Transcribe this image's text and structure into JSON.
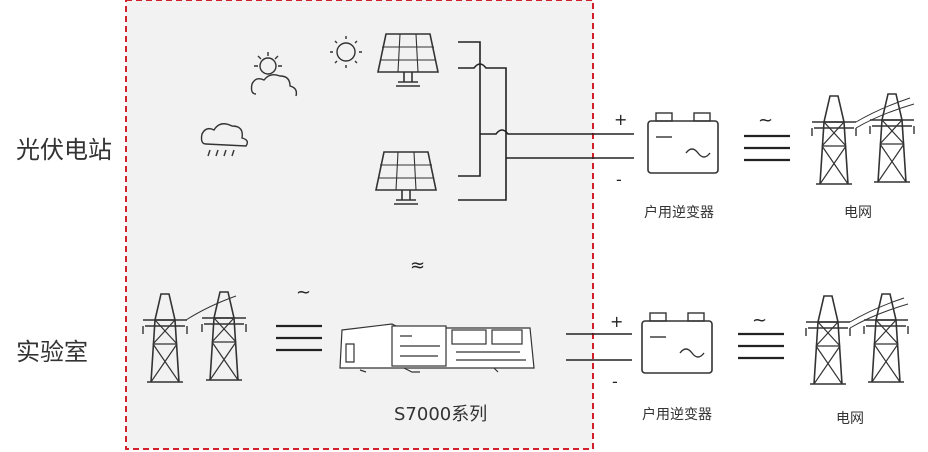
{
  "rows": {
    "pv": {
      "label": "光伏电站"
    },
    "lab": {
      "label": "实验室"
    }
  },
  "pv_row": {
    "plus": "+",
    "minus": "-",
    "inverter_label": "户用逆变器",
    "ac_symbol": "~",
    "grid_label": "电网"
  },
  "lab_row": {
    "ac_symbol": "~",
    "approx_symbol": "≈",
    "simulator_label": "S7000系列",
    "plus": "+",
    "minus": "-",
    "inverter_label": "户用逆变器",
    "ac_symbol_out": "~",
    "grid_label": "电网"
  },
  "colors": {
    "frame_dash": "#d0202a",
    "frame_fill": "#f2f2f2",
    "line": "#222222"
  }
}
